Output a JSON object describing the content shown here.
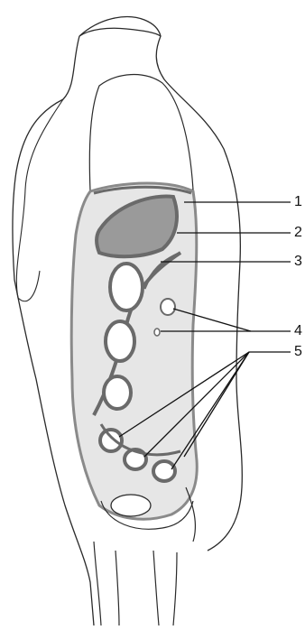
{
  "labels": {
    "one": "1",
    "two": "2",
    "three": "3",
    "four": "4",
    "five": "5"
  },
  "colors": {
    "outline": "#2a2a2a",
    "peritoneum": "#8a8a8a",
    "cavity_shade": "#e6e6e6",
    "organ_dark": "#9a9a9a",
    "background": "#ffffff"
  }
}
